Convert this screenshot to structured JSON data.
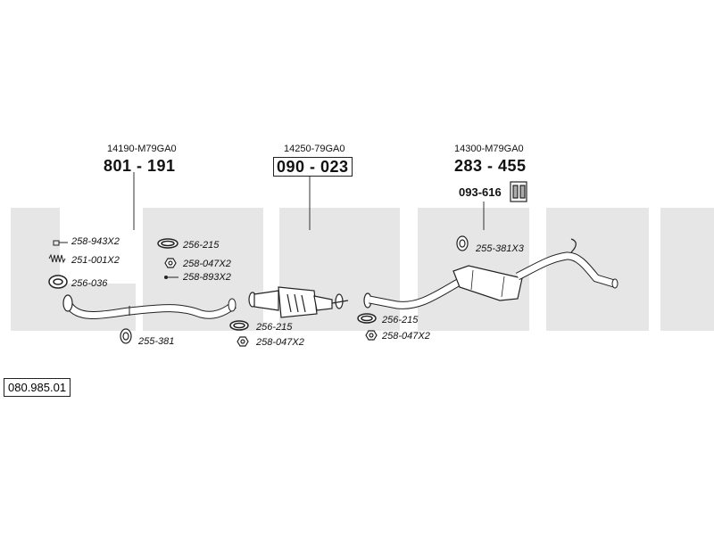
{
  "diagram_number": "080.985.01",
  "groups": [
    {
      "oem": "14190-M79GA0",
      "part": "801 - 191"
    },
    {
      "oem": "14250-79GA0",
      "part": "090 - 023"
    },
    {
      "oem": "14300-M79GA0",
      "part": "283 - 455",
      "sub_part": "093-616"
    }
  ],
  "components": {
    "c1": "258-943X2",
    "c2": "251-001X2",
    "c3": "256-036",
    "c4": "256-215",
    "c5": "258-047X2",
    "c6": "258-893X2",
    "c7": "255-381",
    "c8": "256-215",
    "c9": "258-047X2",
    "c10": "256-215",
    "c11": "258-047X2",
    "c12": "255-381X3"
  },
  "colors": {
    "watermark": "#e6e6e6",
    "line": "#222222"
  }
}
